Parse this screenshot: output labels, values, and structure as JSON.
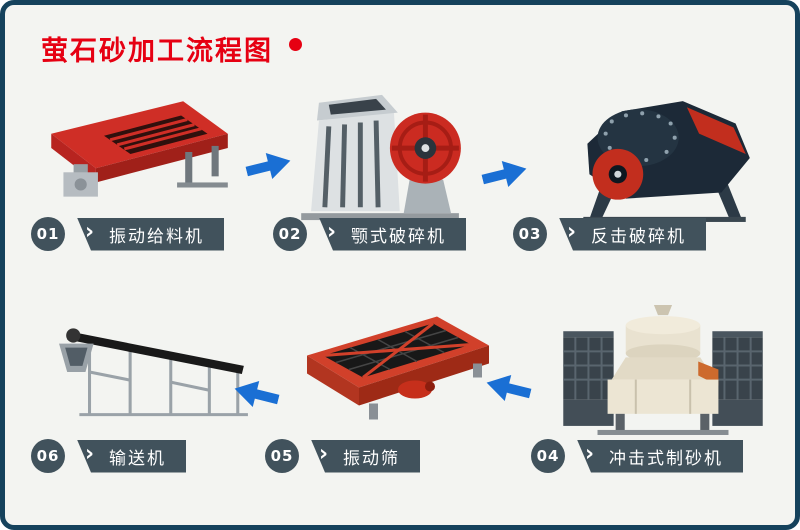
{
  "title": "萤石砂加工流程图",
  "steps": [
    {
      "number": "01",
      "label": "振动给料机",
      "machine_icon": "vibrating-feeder-icon"
    },
    {
      "number": "02",
      "label": "颚式破碎机",
      "machine_icon": "jaw-crusher-icon"
    },
    {
      "number": "03",
      "label": "反击破碎机",
      "machine_icon": "impact-crusher-icon"
    },
    {
      "number": "04",
      "label": "冲击式制砂机",
      "machine_icon": "sand-making-machine-icon"
    },
    {
      "number": "05",
      "label": "振动筛",
      "machine_icon": "vibrating-screen-icon"
    },
    {
      "number": "06",
      "label": "输送机",
      "machine_icon": "belt-conveyor-icon"
    }
  ],
  "icons": {
    "chevron": "›"
  },
  "colors": {
    "title": "#e60012",
    "border": "#15425c",
    "background": "#f3f4f1",
    "arrow": "#1a6fd4",
    "label_badge": "#41525c",
    "machine_red": "#cf2e26"
  }
}
